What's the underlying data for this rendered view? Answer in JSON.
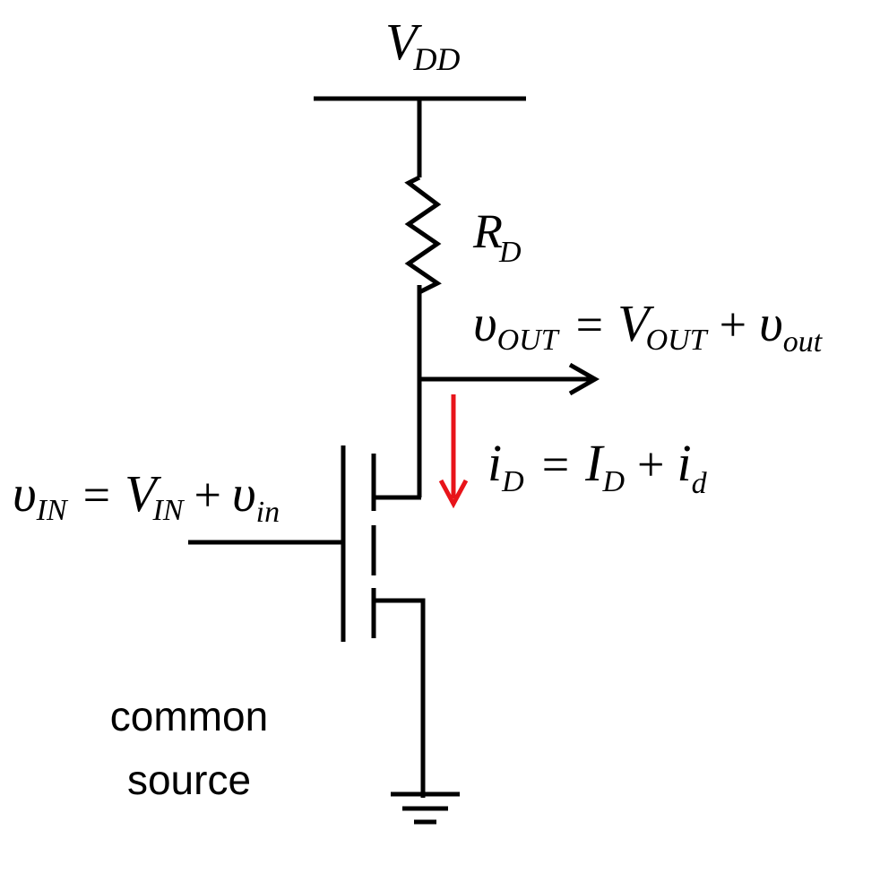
{
  "supply": {
    "symbol": "V",
    "subscript": "DD"
  },
  "resistor": {
    "symbol": "R",
    "subscript": "D"
  },
  "output": {
    "lhs_symbol": "υ",
    "lhs_sub": "OUT",
    "equals": "=",
    "dc_symbol": "V",
    "dc_sub": "OUT",
    "plus": "+",
    "ac_symbol": "υ",
    "ac_sub": "out"
  },
  "drain_current": {
    "lhs_symbol": "i",
    "lhs_sub": "D",
    "equals": "=",
    "dc_symbol": "I",
    "dc_sub": "D",
    "plus": "+",
    "ac_symbol": "i",
    "ac_sub": "d",
    "arrow_color": "#e8141a"
  },
  "input": {
    "lhs_symbol": "υ",
    "lhs_sub": "IN",
    "equals": "=",
    "dc_symbol": "V",
    "dc_sub": "IN",
    "plus": "+",
    "ac_symbol": "υ",
    "ac_sub": "in"
  },
  "caption": {
    "line1": "common",
    "line2": "source"
  },
  "colors": {
    "wire": "#000000",
    "current_arrow": "#e8141a",
    "background": "#ffffff"
  }
}
